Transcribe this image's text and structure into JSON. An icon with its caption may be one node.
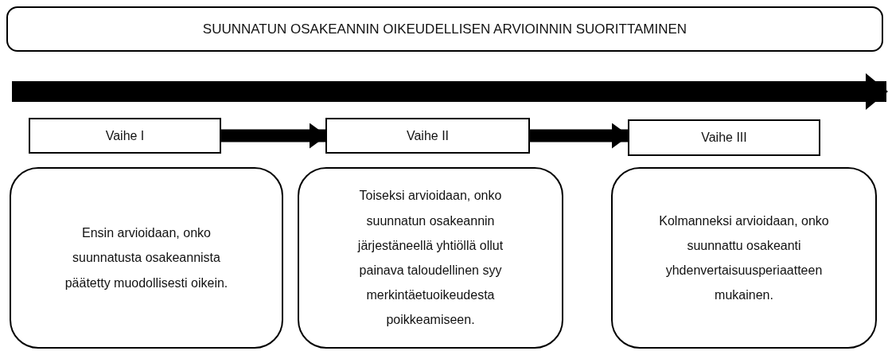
{
  "diagram": {
    "nodes": [
      {
        "text": [
          "SUUNNATUN OSAKEANNIN OIKEUDELLISEN ARVIOINNIN SUORITTAMINEN"
        ]
      },
      {
        "text": [
          "Vaihe I"
        ]
      },
      {
        "text": [
          "Vaihe II"
        ]
      },
      {
        "text": [
          "Vaihe III"
        ]
      },
      {
        "text": [
          "Ensin arvioidaan, onko suunnatusta osakeannista päätetty muodollisesti oikein."
        ]
      },
      {
        "text": [
          "Toiseksi arvioidaan, onko suunnatun osakeannin järjestäneellä yhtiöllä ollut painava taloudellinen syy merkintäetuoikeudesta poikkeamiseen."
        ]
      },
      {
        "text": [
          "Kolmanneksi arvioidaan, onko suunnattu osakeanti yhdenvertaisuusperiaatteen mukainen."
        ]
      }
    ],
    "edges": [
      {
        "from": 1,
        "to": 2,
        "arrow": "to"
      },
      {
        "from": 2,
        "to": 3,
        "arrow": "to"
      }
    ]
  }
}
